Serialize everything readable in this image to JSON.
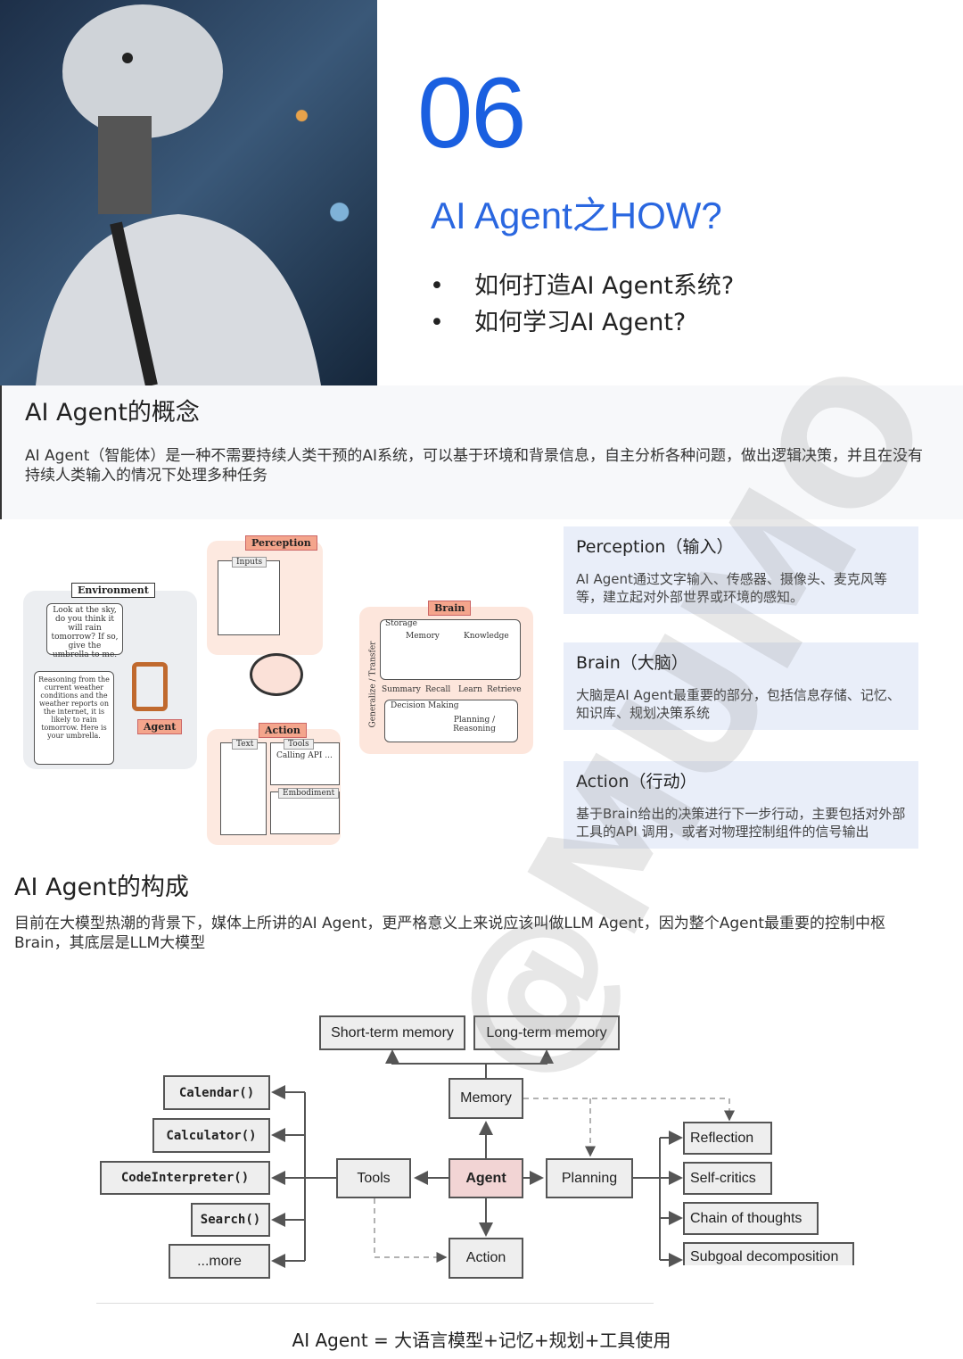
{
  "hero": {
    "number": "06",
    "subtitle": "AI Agent之HOW?",
    "bullets": [
      "如何打造AI Agent系统?",
      "如何学习AI Agent?"
    ],
    "bullet_glyph": "•"
  },
  "concept": {
    "title": "AI Agent的概念",
    "text": "AI Agent（智能体）是一种不需要持续人类干预的AI系统，可以基于环境和背景信息，自主分析各种问题，做出逻辑决策，并且在没有持续人类输入的情况下处理多种任务"
  },
  "diagram1": {
    "environment": "Environment",
    "user_msg": "Look at the sky, do you think it will rain tomorrow? If so, give the umbrella to me.",
    "agent_msg": "Reasoning from the current weather conditions and the weather reports on the internet, it is likely to rain tomorrow. Here is your umbrella.",
    "agent": "Agent",
    "perception": "Perception",
    "inputs": "Inputs",
    "action": "Action",
    "text": "Text",
    "tools": "Tools",
    "calling_api": "Calling API ...",
    "embodiment": "Embodiment",
    "brain": "Brain",
    "storage": "Storage",
    "memory": "Memory",
    "knowledge": "Knowledge",
    "summary": "Summary",
    "recall": "Recall",
    "learn": "Learn",
    "retrieve": "Retrieve",
    "decision_making": "Decision Making",
    "planning": "Planning / Reasoning",
    "generalize": "Generalize / Transfer",
    "ellipsis": "..."
  },
  "cards": [
    {
      "title": "Perception（输入）",
      "text": "AI Agent通过文字输入、传感器、摄像头、麦克风等等，建立起对外部世界或环境的感知。"
    },
    {
      "title": "Brain（大脑）",
      "text": "大脑是AI Agent最重要的部分，包括信息存储、记忆、知识库、规划决策系统"
    },
    {
      "title": "Action（行动）",
      "text": "基于Brain给出的决策进行下一步行动，主要包括对外部工具的API 调用，或者对物理控制组件的信号输出"
    }
  ],
  "composition": {
    "title": "AI Agent的构成",
    "text": "目前在大模型热潮的背景下，媒体上所讲的AI Agent，更严格意义上来说应该叫做LLM Agent，因为整个Agent最重要的控制中枢Brain，其底层是LLM大模型"
  },
  "diagram2": {
    "short_term": "Short-term memory",
    "long_term": "Long-term memory",
    "memory": "Memory",
    "agent": "Agent",
    "tools": "Tools",
    "planning": "Planning",
    "action": "Action",
    "tool_items": [
      "Calendar()",
      "Calculator()",
      "CodeInterpreter()",
      "Search()",
      "...more"
    ],
    "plan_items": [
      "Reflection",
      "Self-critics",
      "Chain of thoughts",
      "Subgoal decomposition"
    ],
    "agent_color": "#f2d4d4"
  },
  "formula": "AI Agent = 大语言模型+记忆+规划+工具使用",
  "watermark": "@MUMO"
}
